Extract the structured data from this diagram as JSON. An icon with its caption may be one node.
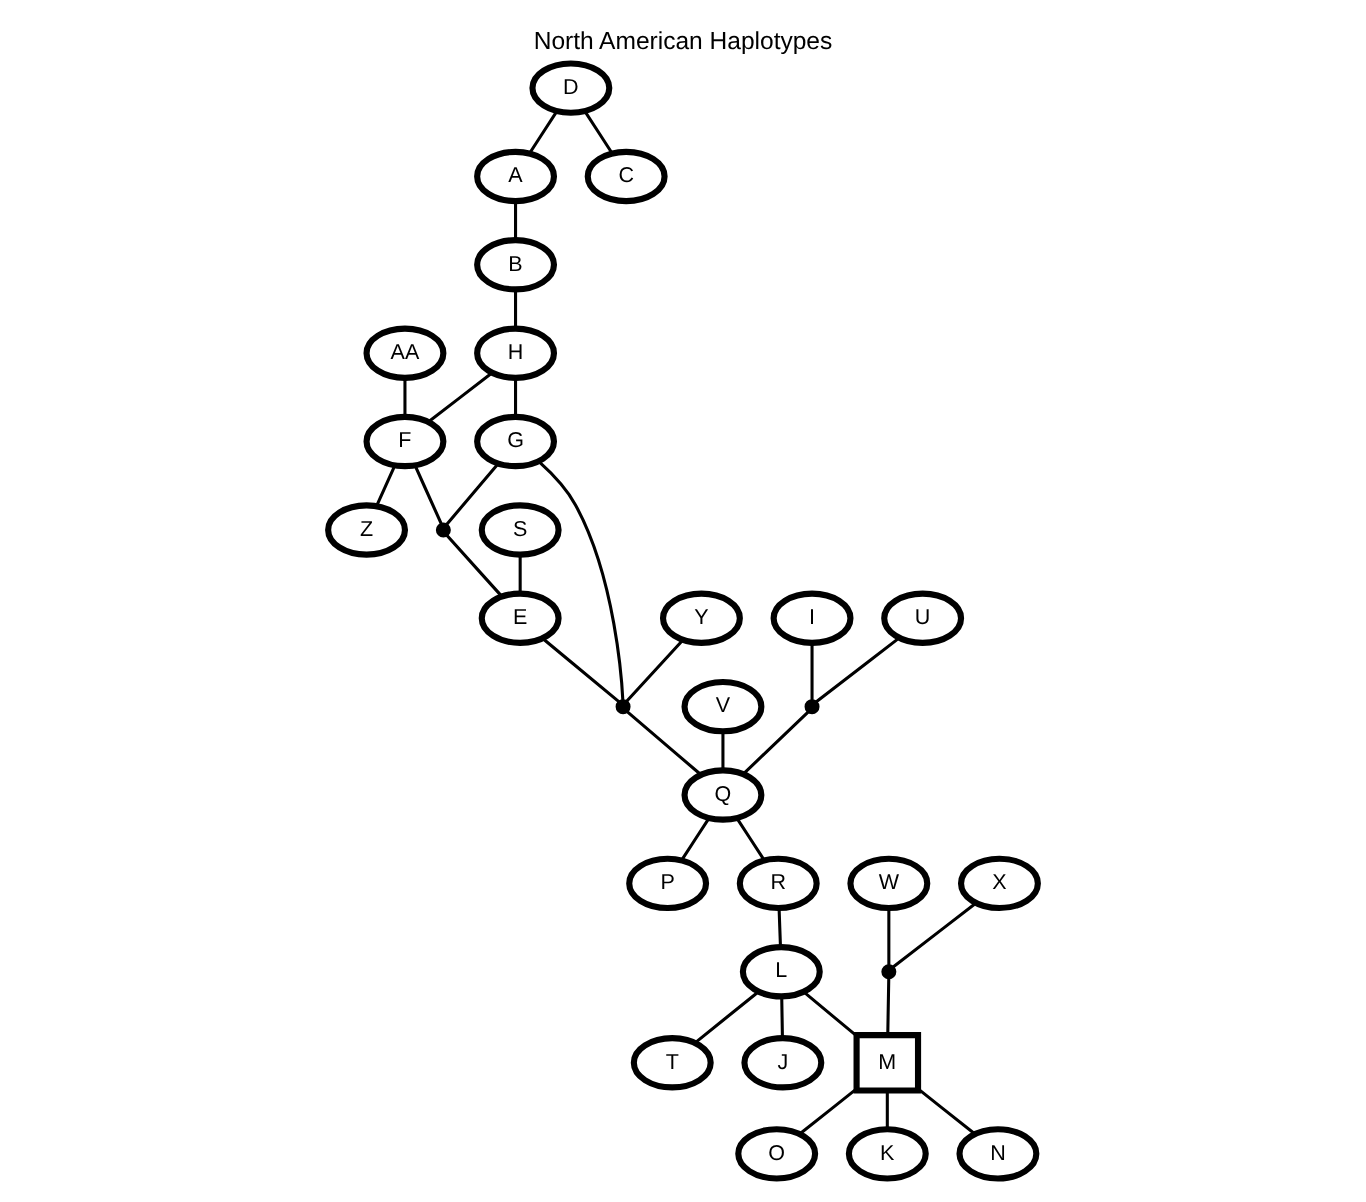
{
  "diagram": {
    "title": "North American Haplotypes",
    "nodes": [
      {
        "text": [
          "D"
        ]
      },
      {
        "text": [
          "A"
        ]
      },
      {
        "text": [
          "B"
        ]
      },
      {
        "text": [
          "C"
        ]
      },
      {
        "text": [
          "H"
        ]
      },
      {
        "text": [
          "AA"
        ]
      },
      {
        "text": [
          "F"
        ]
      },
      {
        "text": [
          "G"
        ]
      },
      {
        "text": [
          "Z"
        ]
      },
      {
        "text": [
          "E"
        ]
      },
      {
        "text": [
          "S"
        ]
      },
      {
        "text": [
          "Y"
        ]
      },
      {
        "text": [
          "V"
        ]
      },
      {
        "text": [
          "Q"
        ]
      },
      {
        "text": [
          "P"
        ]
      },
      {
        "text": [
          "I"
        ]
      },
      {
        "text": [
          "U"
        ]
      },
      {
        "text": [
          "R"
        ]
      },
      {
        "text": [
          "T"
        ]
      },
      {
        "text": [
          "L"
        ]
      },
      {
        "text": [
          "J"
        ]
      },
      {
        "text": [
          "W"
        ]
      },
      {
        "text": [
          "M"
        ]
      },
      {
        "text": [
          "O"
        ]
      },
      {
        "text": [
          "X"
        ]
      },
      {
        "text": [
          "K"
        ]
      },
      {
        "text": [
          "N"
        ]
      },
      {
        "text": [],
        "shape": "circle"
      },
      {
        "text": [],
        "shape": "circle"
      },
      {
        "text": [],
        "shape": "circle"
      },
      {
        "text": [],
        "shape": "circle"
      }
    ],
    "edges": [
      {
        "from": 0,
        "to": 1,
        "arrow": "none"
      },
      {
        "from": 1,
        "to": 2,
        "arrow": "none"
      },
      {
        "from": 0,
        "to": 3,
        "arrow": "none"
      },
      {
        "from": 2,
        "to": 4,
        "arrow": "none"
      },
      {
        "from": 4,
        "to": 6,
        "arrow": "none"
      },
      {
        "from": 4,
        "to": 7,
        "arrow": "none"
      },
      {
        "from": 5,
        "to": 6,
        "arrow": "none"
      },
      {
        "from": 6,
        "to": 8,
        "arrow": "none"
      },
      {
        "from": 6,
        "to": 27,
        "arrow": "none"
      },
      {
        "from": 7,
        "to": 27,
        "arrow": "none"
      },
      {
        "from": 27,
        "to": 9,
        "arrow": "none"
      },
      {
        "from": 10,
        "to": 9,
        "arrow": "none"
      },
      {
        "from": 7,
        "to": 28,
        "arrow": "none"
      },
      {
        "from": 9,
        "to": 28,
        "arrow": "none"
      },
      {
        "from": 11,
        "to": 28,
        "arrow": "none"
      },
      {
        "from": 28,
        "to": 13,
        "arrow": "none"
      },
      {
        "from": 12,
        "to": 13,
        "arrow": "none"
      },
      {
        "from": 13,
        "to": 14,
        "arrow": "none"
      },
      {
        "from": 15,
        "to": 29,
        "arrow": "none"
      },
      {
        "from": 16,
        "to": 29,
        "arrow": "none"
      },
      {
        "from": 29,
        "to": 13,
        "arrow": "none"
      },
      {
        "from": 13,
        "to": 17,
        "arrow": "none"
      },
      {
        "from": 17,
        "to": 19,
        "arrow": "none"
      },
      {
        "from": 19,
        "to": 18,
        "arrow": "none"
      },
      {
        "from": 19,
        "to": 20,
        "arrow": "none"
      },
      {
        "from": 19,
        "to": 22,
        "arrow": "none"
      },
      {
        "from": 21,
        "to": 30,
        "arrow": "none"
      },
      {
        "from": 24,
        "to": 30,
        "arrow": "none"
      },
      {
        "from": 30,
        "to": 22,
        "arrow": "none"
      },
      {
        "from": 22,
        "to": 23,
        "arrow": "none"
      },
      {
        "from": 22,
        "to": 25,
        "arrow": "none"
      },
      {
        "from": 22,
        "to": 26,
        "arrow": "none"
      }
    ]
  }
}
